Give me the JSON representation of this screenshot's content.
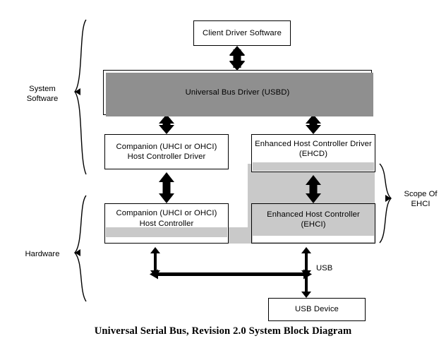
{
  "diagram": {
    "caption": "Universal Serial Bus, Revision 2.0 System Block Diagram",
    "colors": {
      "shade": "#c9c9c9",
      "outline": "#000000",
      "shadow": "#8f8f8f",
      "background": "#ffffff"
    },
    "group_labels": [
      {
        "id": "system-software",
        "text": "System\nSoftware"
      },
      {
        "id": "hardware",
        "text": "Hardware"
      },
      {
        "id": "scope-of-ehci",
        "text": "Scope Of\nEHCI"
      }
    ],
    "bus_label": "USB",
    "boxes": [
      {
        "id": "client-driver-software",
        "text": "Client Driver Software"
      },
      {
        "id": "universal-bus-driver",
        "text": "Universal\nBus Driver (USBD)"
      },
      {
        "id": "companion-host-controller-driver",
        "text": "Companion (UHCI or\nOHCI) Host Controller\nDriver"
      },
      {
        "id": "enhanced-host-controller-driver",
        "text": "Enhanced Host\nController Driver (EHCD)"
      },
      {
        "id": "companion-host-controller",
        "text": "Companion (UHCI or\nOHCI) Host Controller"
      },
      {
        "id": "enhanced-host-controller",
        "text": "Enhanced Host\nController (EHCI)"
      },
      {
        "id": "usb-device",
        "text": "USB Device"
      }
    ],
    "connectors": [
      {
        "id": "usbd-to-client-driver",
        "kind": "double-arrow-vertical"
      },
      {
        "id": "usbd-to-companion-driver",
        "kind": "double-arrow-vertical"
      },
      {
        "id": "usbd-to-ehcd",
        "kind": "double-arrow-vertical"
      },
      {
        "id": "companion-driver-to-companion-controller",
        "kind": "double-arrow-vertical"
      },
      {
        "id": "ehcd-to-ehci",
        "kind": "double-arrow-vertical"
      },
      {
        "id": "companion-controller-to-bus",
        "kind": "double-arrow-vertical-thin"
      },
      {
        "id": "ehci-to-bus",
        "kind": "double-arrow-vertical-thin"
      },
      {
        "id": "usb-bus-line",
        "kind": "double-arrow-horizontal-thin"
      },
      {
        "id": "bus-to-usb-device",
        "kind": "double-arrow-vertical-thin"
      }
    ]
  }
}
